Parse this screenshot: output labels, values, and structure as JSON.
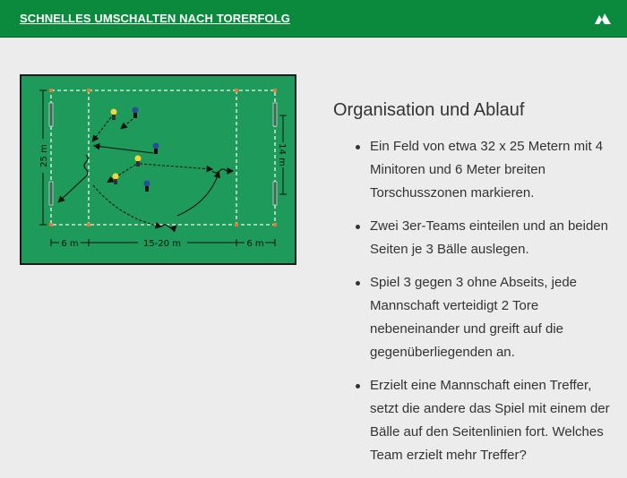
{
  "header": {
    "title": "SCHNELLES UMSCHALTEN NACH TORERFOLG",
    "toggle_icon": "mountain-collapse-icon"
  },
  "colors": {
    "header_bg": "#0b8a3e",
    "field_green": "#1e9a5a",
    "page_bg": "#ececec",
    "text": "#333333"
  },
  "diagram": {
    "label_length": "25 m",
    "label_width": "14 m",
    "label_zone_left": "6 m",
    "label_middle": "15-20 m",
    "label_zone_right": "6 m"
  },
  "section": {
    "title": "Organisation und Ablauf",
    "bullets": [
      "Ein Feld von etwa 32 x 25 Metern mit 4 Minitoren und 6 Meter breiten Torschusszonen markieren.",
      "Zwei 3er-Teams einteilen und an beiden Seiten je 3 Bälle auslegen.",
      "Spiel 3 gegen 3 ohne Abseits, jede Mannschaft verteidigt 2 Tore nebeneinander und greift auf die gegenüberliegenden an.",
      "Erzielt eine Mannschaft einen Treffer, setzt die andere das Spiel mit einem der Bälle auf den Seitenlinien fort. Welches Team erzielt mehr Treffer?"
    ]
  }
}
